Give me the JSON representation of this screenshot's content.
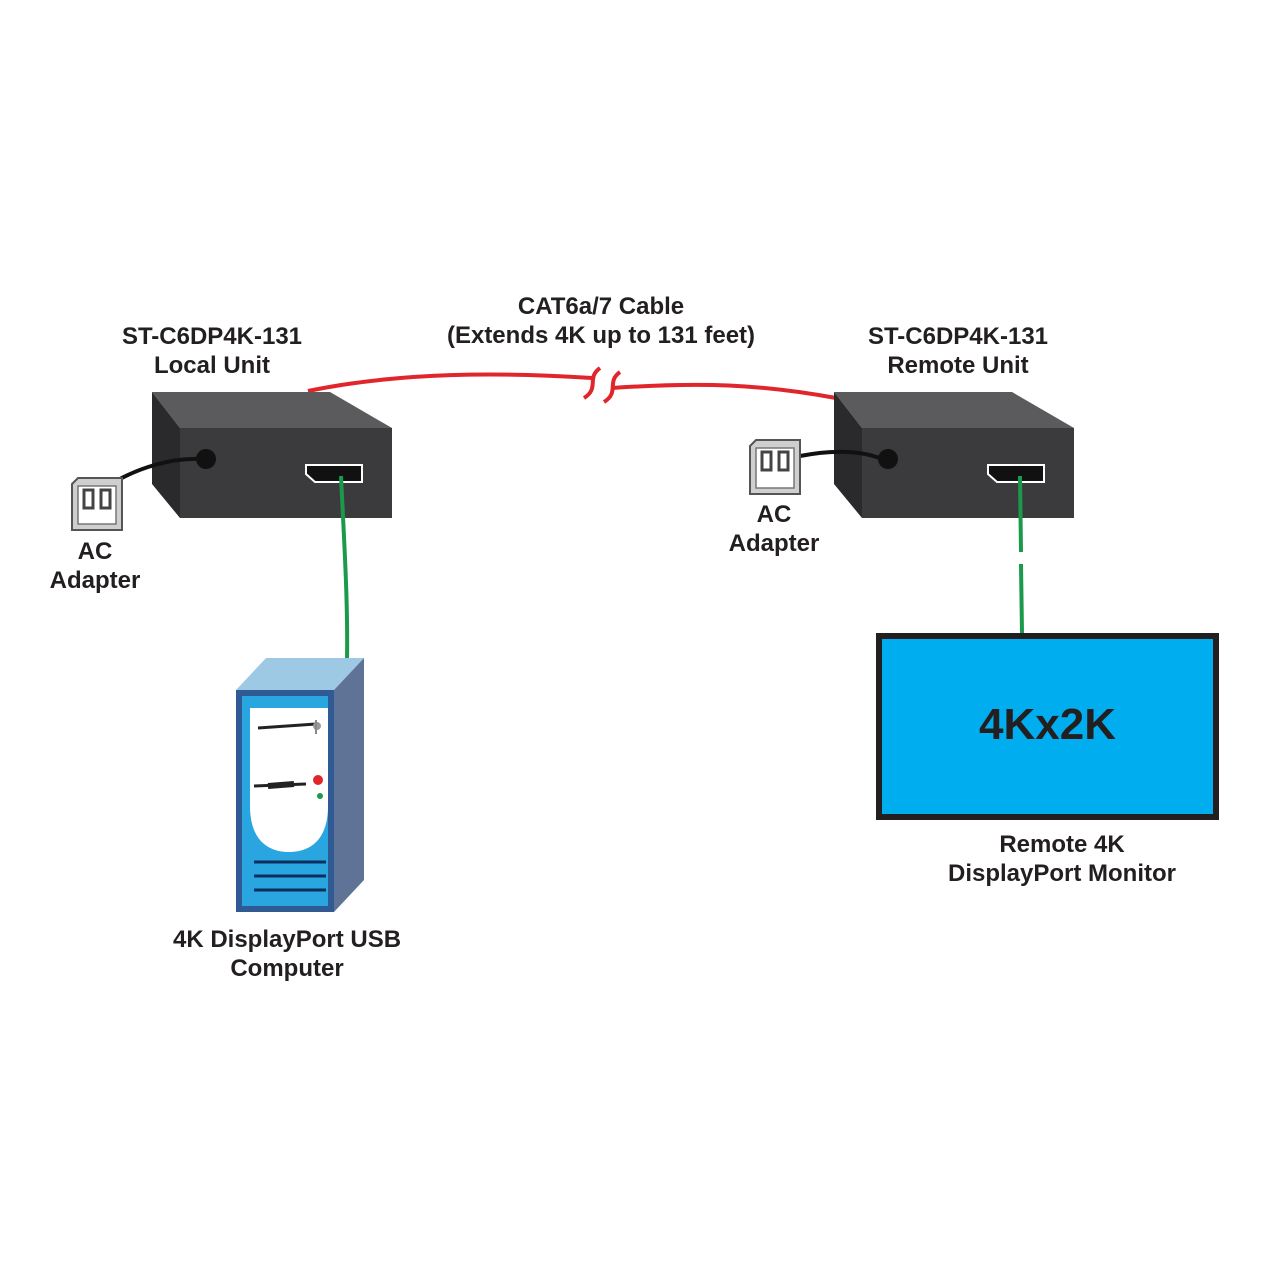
{
  "cable": {
    "line1": "CAT6a/7 Cable",
    "line2": "(Extends 4K up to 131 feet)",
    "color": "#e0262b"
  },
  "local_unit": {
    "model": "ST-C6DP4K-131",
    "role": "Local Unit"
  },
  "remote_unit": {
    "model": "ST-C6DP4K-131",
    "role": "Remote Unit"
  },
  "local_adapter": {
    "line1": "AC",
    "line2": "Adapter"
  },
  "remote_adapter": {
    "line1": "AC",
    "line2": "Adapter"
  },
  "computer": {
    "line1": "4K DisplayPort USB",
    "line2": "Computer"
  },
  "monitor": {
    "screen_text": "4Kx2K",
    "line1": "Remote 4K",
    "line2": "DisplayPort Monitor",
    "screen_color": "#00aeef"
  },
  "video_cable_color": "#1a9a4a",
  "power_cable_color": "#111111"
}
